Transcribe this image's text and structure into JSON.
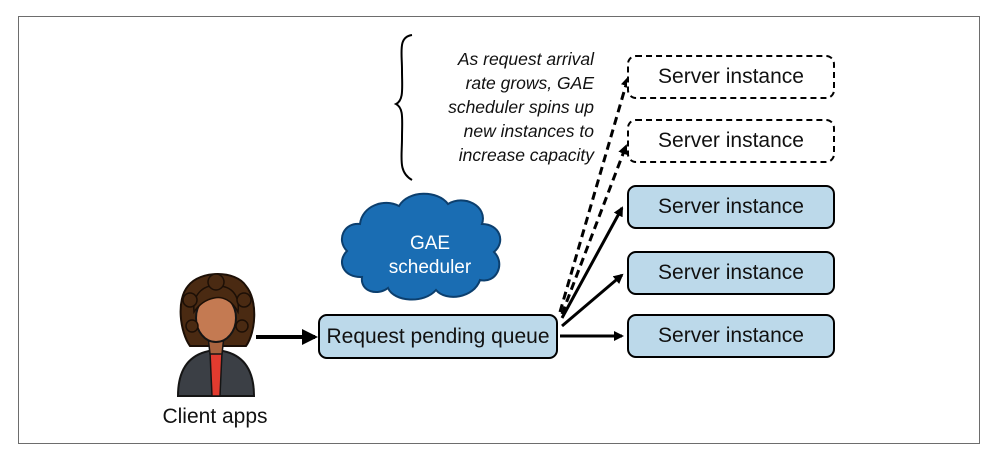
{
  "diagram": {
    "client_label": "Client apps",
    "scheduler_label_line1": "GAE",
    "scheduler_label_line2": "scheduler",
    "queue_label": "Request pending queue",
    "annotation": [
      "As request arrival",
      "rate grows, GAE",
      "scheduler spins up",
      "new instances to",
      "increase capacity"
    ],
    "server_instances": [
      {
        "label": "Server instance",
        "state": "new (dashed)"
      },
      {
        "label": "Server instance",
        "state": "new (dashed)"
      },
      {
        "label": "Server instance",
        "state": "running"
      },
      {
        "label": "Server instance",
        "state": "running"
      },
      {
        "label": "Server instance",
        "state": "running"
      }
    ],
    "colors": {
      "box_fill": "#bcd9ea",
      "cloud_fill": "#1a6db3",
      "cloud_stroke": "#0c3f6e",
      "skin": "#c47a52",
      "hair": "#4a2a12",
      "jacket": "#3b3f45",
      "shirt": "#e23b2f"
    }
  }
}
